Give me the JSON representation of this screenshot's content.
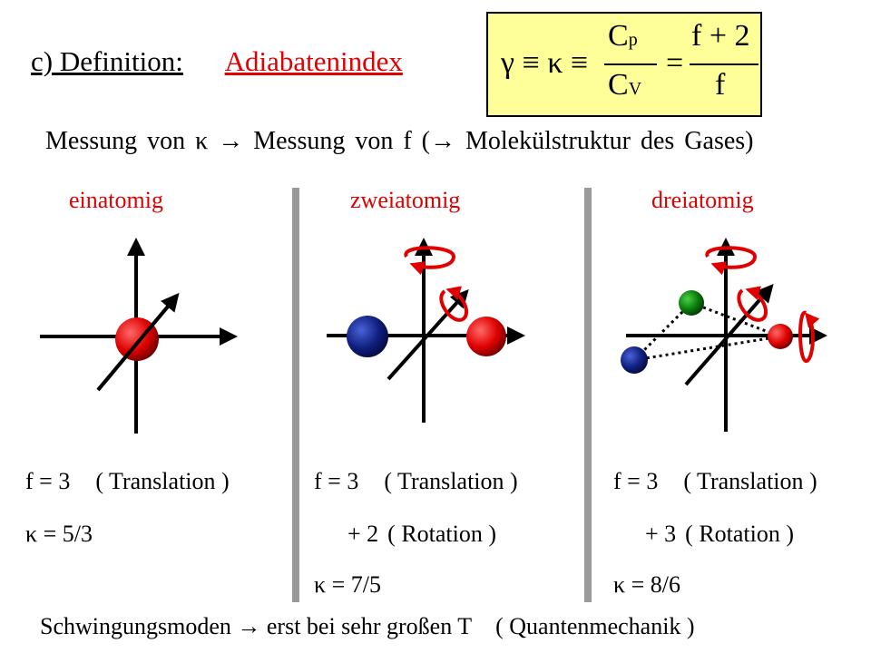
{
  "heading": {
    "definition": "c) Definition:",
    "term": "Adiabatenindex"
  },
  "formula": {
    "lhs": "γ ≡ κ ≡",
    "cp_num": "C",
    "cp_sub": "p",
    "cv_den": "C",
    "cv_sub": "V",
    "equals": "=",
    "f_num": "f + 2",
    "f_den": "f"
  },
  "measurement": "Messung von κ → Messung von f (→ Molekülstruktur des Gases)",
  "categories": {
    "mono": "einatomig",
    "di": "zweiatomig",
    "tri": "dreiatomig"
  },
  "mono": {
    "f_line": "f = 3",
    "f_note": "( Translation )",
    "kappa": "κ = 5/3"
  },
  "di": {
    "f_line": "f = 3",
    "f_note": "( Translation )",
    "rot_line": "+ 2",
    "rot_note": "( Rotation )",
    "kappa": "κ = 7/5"
  },
  "tri": {
    "f_line": "f = 3",
    "f_note": "( Translation )",
    "rot_line": "+ 3",
    "rot_note": "( Rotation )",
    "kappa": "κ = 8/6"
  },
  "footer": {
    "text": "Schwingungsmoden → erst bei sehr großen T",
    "note": "( Quantenmechanik )"
  },
  "colors": {
    "accent": "#e00000",
    "formula_bg": "#ffff99",
    "divider": "#9a9a9a",
    "atom_red": "#e00000",
    "atom_blue": "#102080",
    "atom_green": "#0a7a0a"
  }
}
